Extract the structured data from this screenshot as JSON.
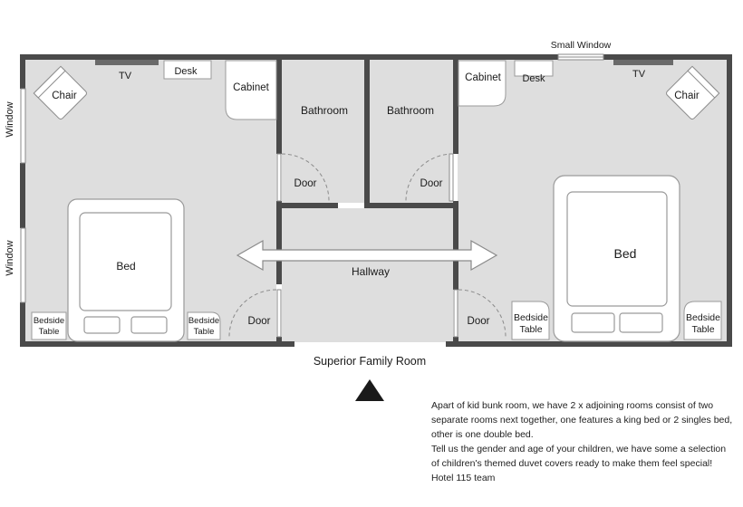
{
  "labels": {
    "small_window": "Small Window",
    "window": "Window",
    "tv": "TV",
    "desk": "Desk",
    "cabinet": "Cabinet",
    "chair": "Chair",
    "bathroom": "Bathroom",
    "door": "Door",
    "hallway": "Hallway",
    "bed": "Bed",
    "bedside_line1": "Bedside",
    "bedside_line2": "Table",
    "plan_title": "Superior Family Room"
  },
  "description": {
    "lines": [
      "Apart of kid bunk room, we have 2 x adjoining rooms consist of two",
      "separate rooms next together, one features a king bed or 2 singles bed,",
      "other is one double bed.",
      "Tell us the gender and age of your children, we have some a selection",
      "of children's themed duvet covers ready to make them feel special!",
      "Hotel 115 team"
    ]
  },
  "colors": {
    "wall": "#4a4a4a",
    "floor": "#dedede",
    "furniture": "#ffffff",
    "text": "#1a1a1a"
  }
}
